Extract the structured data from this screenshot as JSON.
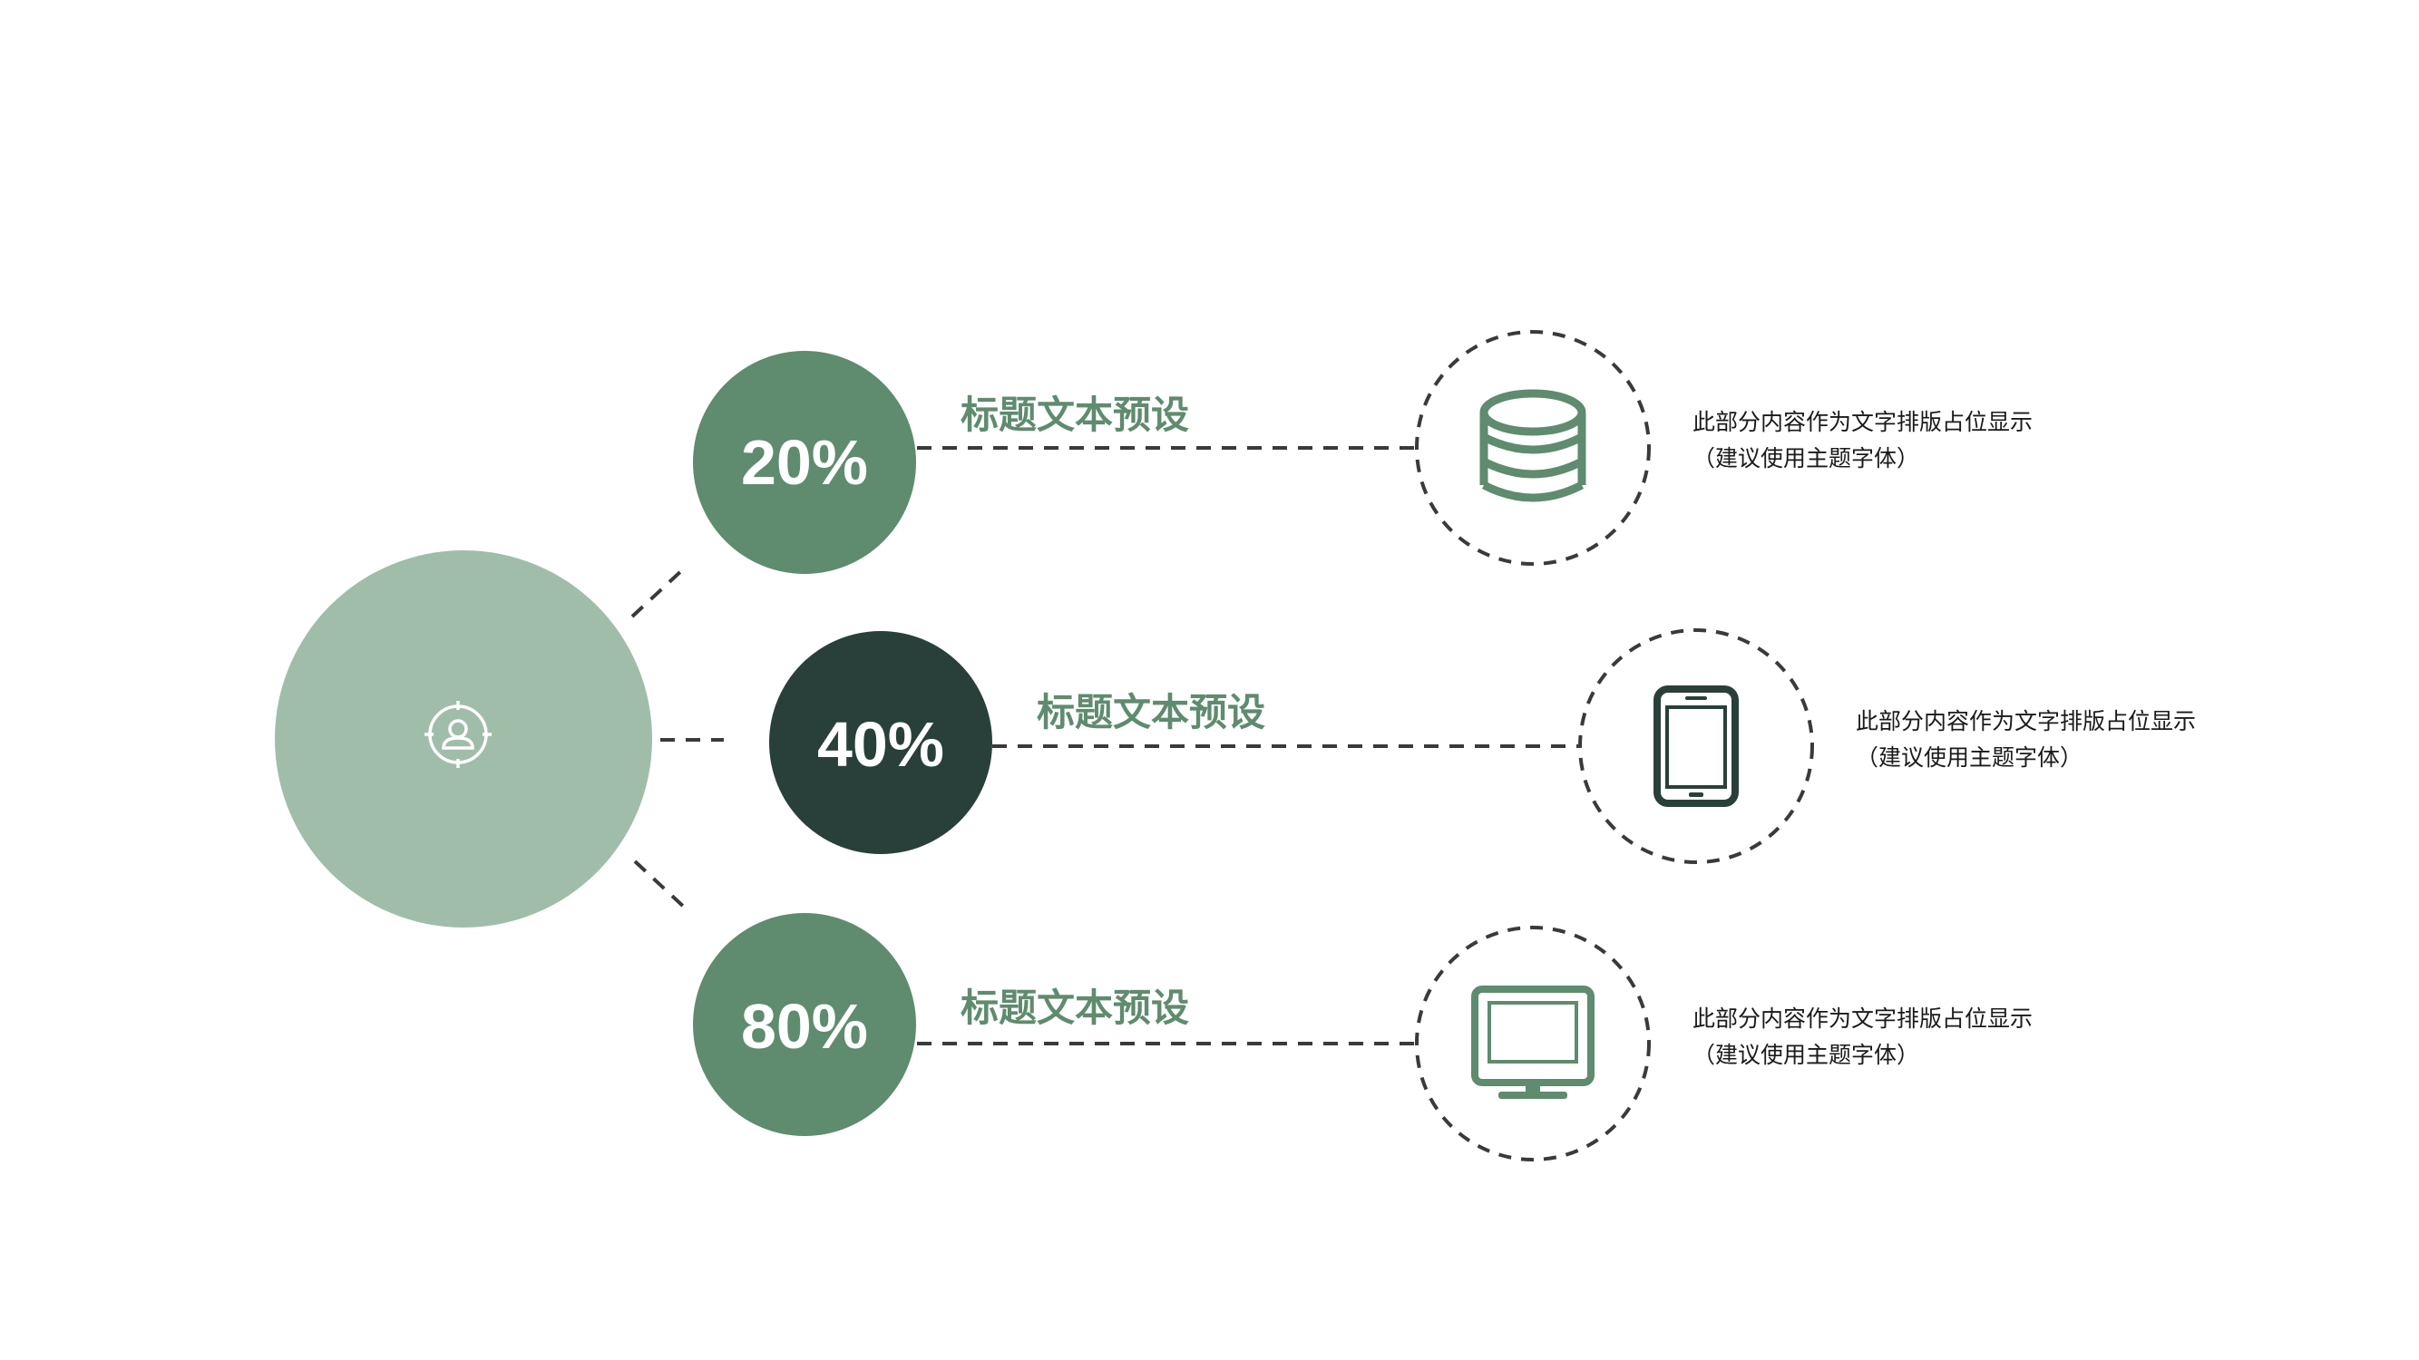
{
  "colors": {
    "hub": "#a0bdaa",
    "accent": "#5f8b6e",
    "accent_dark": "#29403a",
    "dash": "#3a3a3a"
  },
  "hub": {
    "icon": "user-target-icon"
  },
  "items": [
    {
      "percent": "20%",
      "percent_value": 0.2,
      "title": "标题文本预设",
      "icon": "database-icon",
      "description_line1": "此部分内容作为文字排版占位显示",
      "description_line2": "（建议使用主题字体）"
    },
    {
      "percent": "40%",
      "percent_value": 0.4,
      "title": "标题文本预设",
      "icon": "smartphone-icon",
      "description_line1": "此部分内容作为文字排版占位显示",
      "description_line2": "（建议使用主题字体）"
    },
    {
      "percent": "80%",
      "percent_value": 0.8,
      "title": "标题文本预设",
      "icon": "monitor-icon",
      "description_line1": "此部分内容作为文字排版占位显示",
      "description_line2": "（建议使用主题字体）"
    }
  ]
}
